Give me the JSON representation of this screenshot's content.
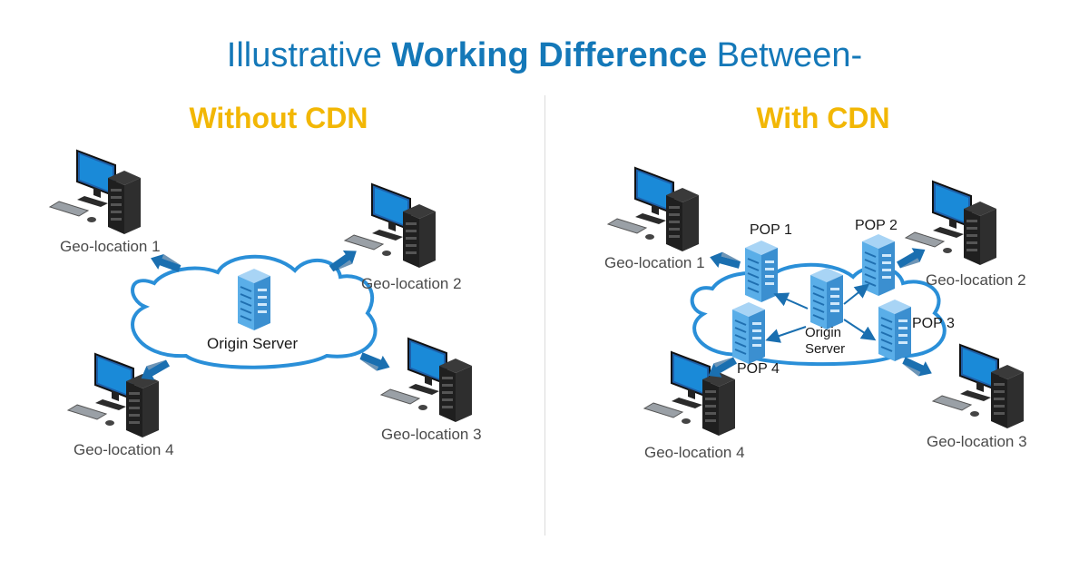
{
  "header": {
    "title_regular_1": "Illustrative ",
    "title_bold": "Working Difference",
    "title_regular_2": " Between-"
  },
  "without_cdn": {
    "heading": "Without CDN",
    "server_label": "Origin Server",
    "clients": [
      "Geo-location 1",
      "Geo-location 2",
      "Geo-location 3",
      "Geo-location 4"
    ]
  },
  "with_cdn": {
    "heading": "With CDN",
    "server_label_line1": "Origin",
    "server_label_line2": "Server",
    "pops": [
      "POP 1",
      "POP 2",
      "POP 3",
      "POP 4"
    ],
    "clients": [
      "Geo-location 1",
      "Geo-location 2",
      "Geo-location 3",
      "Geo-location 4"
    ]
  },
  "colors": {
    "title_blue": "#1478b8",
    "heading_yellow": "#f2b705",
    "cloud_stroke": "#2a8fd8",
    "arrow_blue": "#1a6fb0",
    "server_blue": "#5aaee8"
  }
}
